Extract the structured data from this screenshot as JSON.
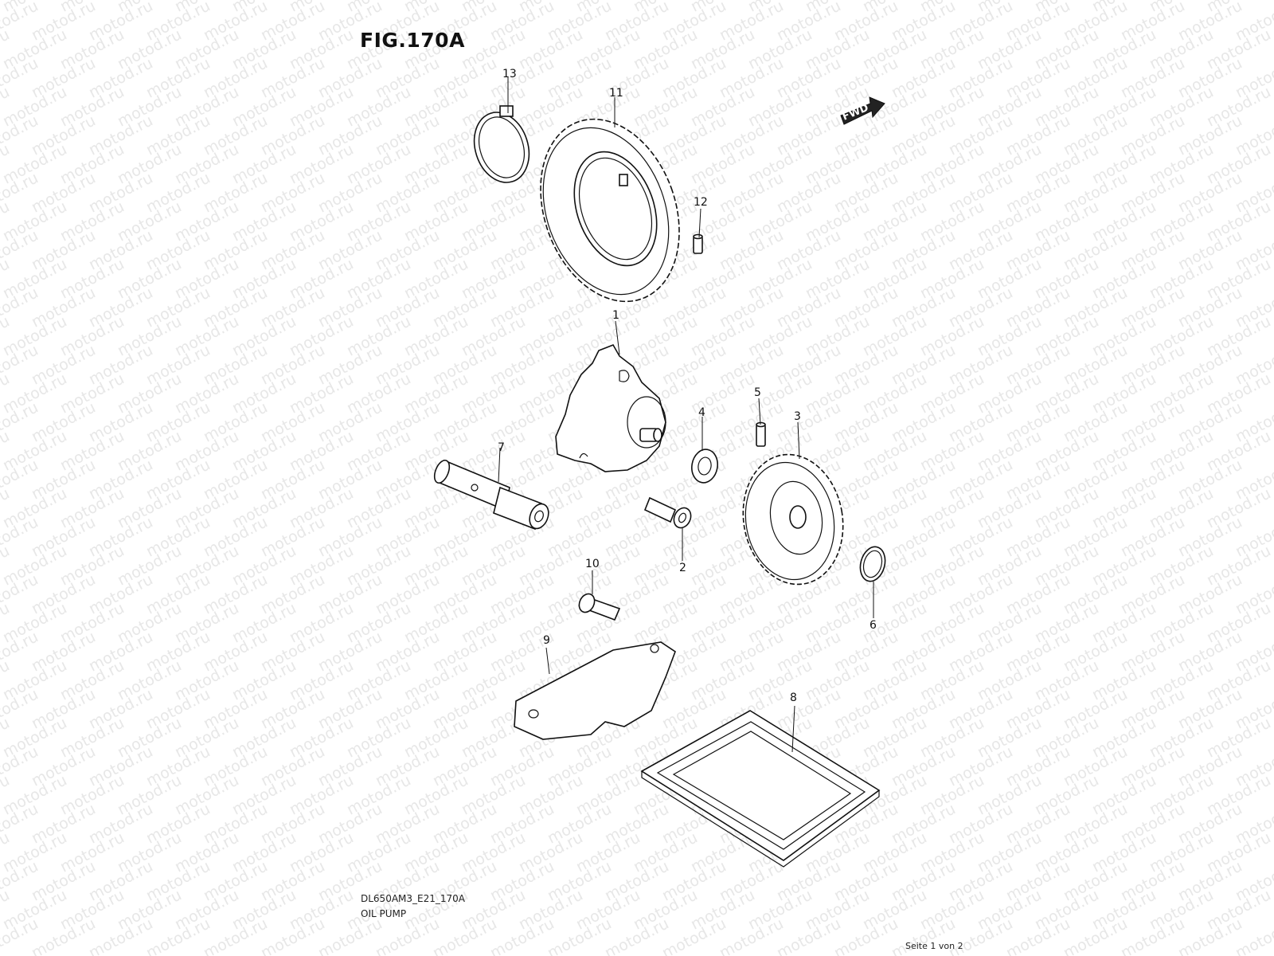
{
  "title": "FIG.170A",
  "watermark": "motod.ru",
  "fwd_label": "FWD",
  "callouts": {
    "p1": "1",
    "p2": "2",
    "p3": "3",
    "p4": "4",
    "p5": "5",
    "p6": "6",
    "p7": "7",
    "p8": "8",
    "p9": "9",
    "p10": "10",
    "p11": "11",
    "p12": "12",
    "p13": "13"
  },
  "footer": {
    "code": "DL650AM3_E21_170A",
    "description": "OIL PUMP",
    "page": "Seite 1 von 2"
  },
  "colors": {
    "line": "#111111",
    "watermark": "#e7e7e7",
    "background": "#ffffff"
  }
}
